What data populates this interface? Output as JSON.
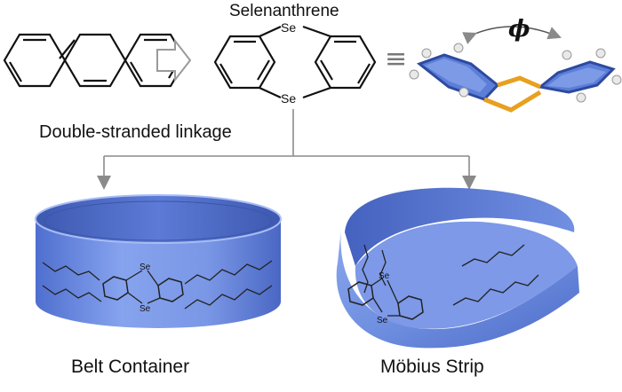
{
  "title": "Selenanthrene",
  "phi_symbol": "ϕ",
  "linkage_label": "Double-stranded linkage",
  "equivalence_symbol": "≡",
  "atoms": {
    "selenium": "Se"
  },
  "products": {
    "belt": "Belt Container",
    "mobius": "Möbius Strip"
  },
  "colors": {
    "band_blue": "#6f8fe0",
    "band_dark": "#3f5db8",
    "selenium_orange": "#e8a020",
    "arrow_gray": "#8a8a8a"
  }
}
